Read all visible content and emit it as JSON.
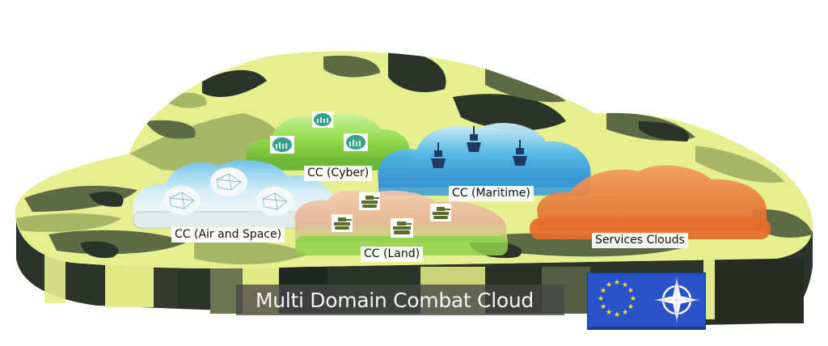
{
  "diagram": {
    "title": "Multi Domain Combat Cloud",
    "platform": {
      "pattern": "camouflage",
      "colors": {
        "light": "#e6ef8f",
        "mid": "#a7b665",
        "dark": "#5e6a45",
        "darkest": "#2c3328"
      }
    },
    "clouds": [
      {
        "id": "cyber",
        "label": "CC (Cyber)",
        "color": "#8fd94a",
        "icon": "circuit-icon",
        "icon_count": 3
      },
      {
        "id": "maritime",
        "label": "CC (Maritime)",
        "color": "#49aee6",
        "icon": "warship-icon",
        "icon_count": 3
      },
      {
        "id": "air-space",
        "label": "CC (Air and Space)",
        "color": "#8ecdf0",
        "icon": "network-icon",
        "icon_count": 3
      },
      {
        "id": "land",
        "label": "CC (Land)",
        "color": "#e9b69a",
        "icon": "tank-icon",
        "icon_count": 4
      },
      {
        "id": "services",
        "label": "Services Clouds",
        "color": "#ee7a30",
        "icon": null,
        "icon_count": 0
      }
    ],
    "logos": [
      {
        "name": "eu-flag-icon",
        "stars": 12,
        "bg": "#2a52c9",
        "star_color": "#ffe135"
      },
      {
        "name": "nato-compass-icon",
        "color": "#ffffff"
      }
    ]
  }
}
